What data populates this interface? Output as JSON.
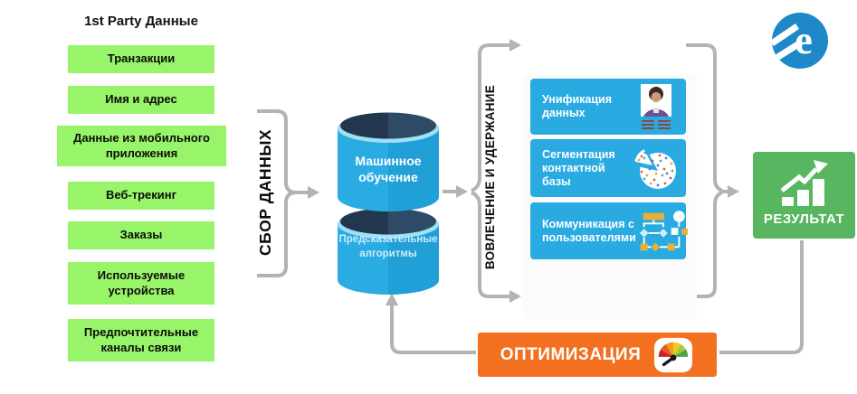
{
  "left_panel": {
    "title": "1st Party Данные",
    "sources": [
      "Транзакции",
      "Имя и адрес",
      "Данные из мобильного приложения",
      "Веб-трекинг",
      "Заказы",
      "Используемые устройства",
      "Предпочтительные каналы связи"
    ]
  },
  "phases": {
    "collection": "СБОР ДАННЫХ",
    "engagement": "ВОВЛЕЧЕНИЕ И УДЕРЖАНИЕ"
  },
  "ml_database": {
    "top": "Машинное обучение",
    "bottom": "Предсказательные алгоритмы"
  },
  "engagement_steps": [
    "Унификация данных",
    "Сегментация контактной базы",
    "Коммуникация с пользователями"
  ],
  "result": {
    "label": "РЕЗУЛЬТАТ"
  },
  "optimization": {
    "label": "ОПТИМИЗАЦИЯ"
  },
  "logo": {
    "letter": "e"
  },
  "colors": {
    "source_green": "#98f468",
    "cyan": "#29abe2",
    "cylinder_dark": "#243a52",
    "cylinder_rim": "#9fe0f5",
    "result_green": "#58b560",
    "optimization_orange": "#f37021",
    "logo_blue": "#1e88c8",
    "connector_gray": "#b3b3b3",
    "flow_yellow": "#eab033"
  }
}
